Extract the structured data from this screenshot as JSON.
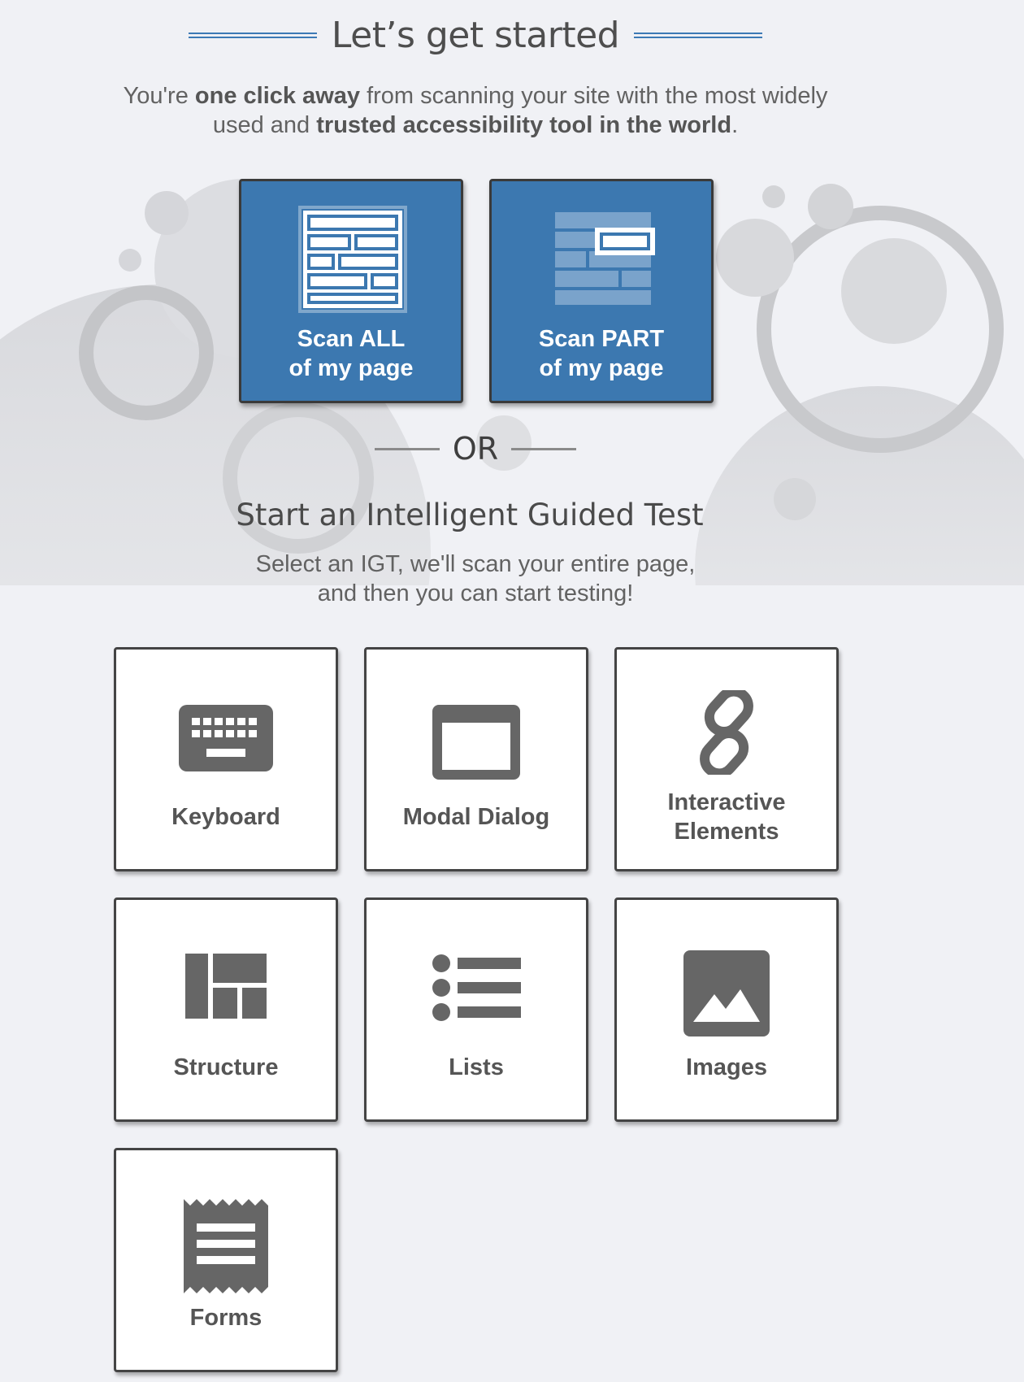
{
  "header": {
    "title": "Let’s get started",
    "subtitle_parts": {
      "p1": "You're ",
      "b1": "one click away",
      "p2": " from scanning your site with the most widely",
      "p3": "used and ",
      "b2": "trusted accessibility tool in the world",
      "p4": "."
    }
  },
  "scan": {
    "all": {
      "line1": "Scan ALL",
      "line2": "of my page",
      "icon": "full-page-icon"
    },
    "part": {
      "line1": "Scan PART",
      "line2": "of my page",
      "icon": "partial-page-icon"
    }
  },
  "divider": {
    "text": "OR"
  },
  "igt": {
    "title": "Start an Intelligent Guided Test",
    "subtitle_line1": "Select an IGT, we'll scan your entire page,",
    "subtitle_line2": "and then you can start testing!",
    "tiles": [
      {
        "label": "Keyboard",
        "icon": "keyboard-icon"
      },
      {
        "label": "Modal Dialog",
        "icon": "window-icon"
      },
      {
        "label_line1": "Interactive",
        "label_line2": "Elements",
        "icon": "link-icon"
      },
      {
        "label": "Structure",
        "icon": "layout-icon"
      },
      {
        "label": "Lists",
        "icon": "list-icon"
      },
      {
        "label": "Images",
        "icon": "image-icon"
      },
      {
        "label": "Forms",
        "icon": "form-icon"
      }
    ]
  },
  "colors": {
    "accent": "#3c78b0",
    "background": "#f0f1f5",
    "icon": "#666666",
    "text": "#555555"
  }
}
